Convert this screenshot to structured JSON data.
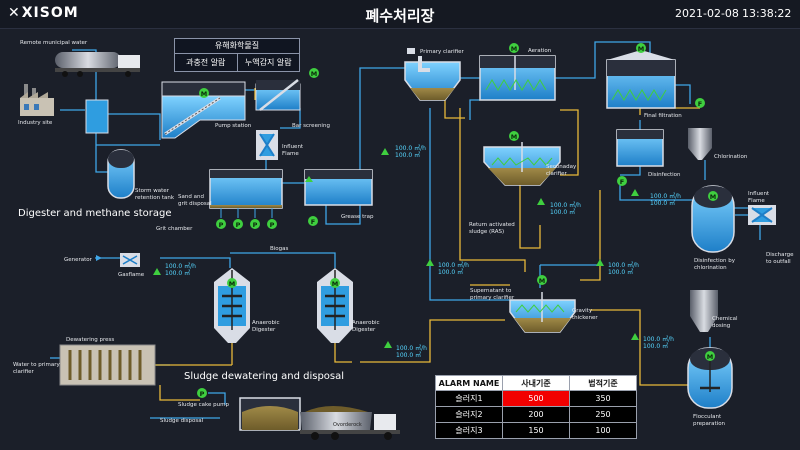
{
  "header": {
    "logo": "XISOM",
    "title": "폐수처리장",
    "date": "2021-02-08",
    "time": "13:38:22"
  },
  "alarm_panel": {
    "heading": "유해화학물질",
    "buttons": [
      "과충전 알람",
      "누액감지 알람"
    ]
  },
  "sections": {
    "digester": "Digester and methane storage",
    "sludge": "Sludge dewatering and disposal"
  },
  "labels": {
    "remote_water": "Remote municipal water",
    "industry": "Industry site",
    "pump_station": "Pump station",
    "bar_screening": "Bar screening",
    "influent_flame": [
      "Influent",
      "Flame"
    ],
    "storm_tank": [
      "Storm water",
      "retention tank"
    ],
    "sand_grit": [
      "Sand and",
      "grit disposal"
    ],
    "grit_chamber": "Grit chamber",
    "grease_trap": "Grease trap",
    "primary_clarifier": "Primary clarifier",
    "aeration": "Aeration",
    "final_filtration": "Final filtration",
    "secondary_clarifier": [
      "Seconaday",
      "clarifier"
    ],
    "ras": [
      "Return activated",
      "sludge (RAS)"
    ],
    "disinfection": "Disinfection",
    "chlorination": "Chlorination",
    "influent_flame2": [
      "Influent",
      "Flame"
    ],
    "disinfection_chlor": [
      "Disinfection by",
      "chlorination"
    ],
    "discharge": [
      "Discharge",
      "to outfall"
    ],
    "generator": "Generator",
    "gasflame": "Gasflame",
    "biogas": "Biogas",
    "anaerobic1": [
      "Anaerobic",
      "Digester"
    ],
    "anaerobic2": [
      "Anaerobic",
      "Digester"
    ],
    "supernatant": [
      "Supernatant to",
      "primary clarifier"
    ],
    "gravity": [
      "Gravity",
      "thickener"
    ],
    "chemical_dosing": [
      "Chemical",
      "dosing"
    ],
    "flocculant": [
      "Flocculant",
      "preparation"
    ],
    "water_to_primary": [
      "Water to primary",
      "clarifier"
    ],
    "dewatering_press": "Dewatering press",
    "sludge_cake_pump": "Sludge cake pump",
    "sludge_disposal": "Sludge disposal",
    "truck_brand": "Ovorderock"
  },
  "flow_unit": {
    "line1": "100.0 ㎥/h",
    "line2": "100.0 ㎥"
  },
  "badges": {
    "motor": "M",
    "flow": "F",
    "pump": "P"
  },
  "alarm_table": {
    "headers": [
      "ALARM NAME",
      "사내기준",
      "법적기준"
    ],
    "rows": [
      {
        "name": "슬러지1",
        "internal": "500",
        "legal": "350",
        "alert": true
      },
      {
        "name": "슬러지2",
        "internal": "200",
        "legal": "250",
        "alert": false
      },
      {
        "name": "슬러지3",
        "internal": "150",
        "legal": "100",
        "alert": false
      }
    ]
  },
  "colors": {
    "background": "#1b1f29",
    "pipe_blue": "#3fa6e8",
    "pipe_yellow": "#e8b93a",
    "motor_green": "#3fcf3f",
    "alert_red": "#f20000",
    "water": "#2f9de0"
  }
}
